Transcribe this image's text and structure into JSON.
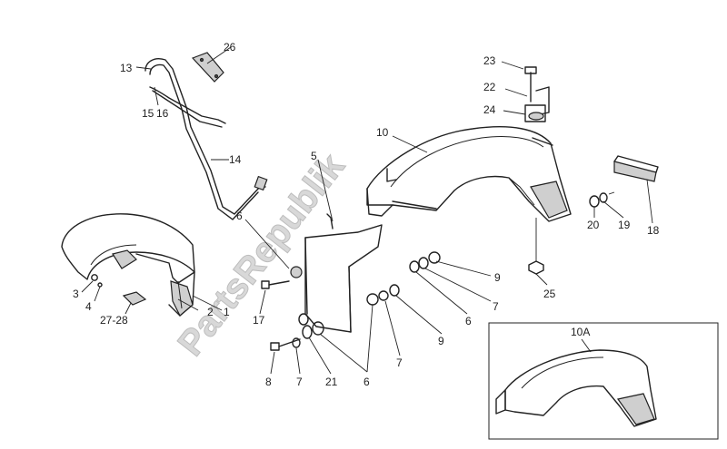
{
  "watermark": "PartsRepublik",
  "inset_label": "10A",
  "callouts": [
    {
      "id": "c26",
      "text": "26"
    },
    {
      "id": "c13",
      "text": "13"
    },
    {
      "id": "c15",
      "text": "15"
    },
    {
      "id": "c16",
      "text": "16"
    },
    {
      "id": "c14",
      "text": "14"
    },
    {
      "id": "c23",
      "text": "23"
    },
    {
      "id": "c22",
      "text": "22"
    },
    {
      "id": "c24",
      "text": "24"
    },
    {
      "id": "c10",
      "text": "10"
    },
    {
      "id": "c5",
      "text": "5"
    },
    {
      "id": "c6a",
      "text": "6"
    },
    {
      "id": "c3",
      "text": "3"
    },
    {
      "id": "c4",
      "text": "4"
    },
    {
      "id": "c2",
      "text": "2"
    },
    {
      "id": "c1",
      "text": "1"
    },
    {
      "id": "c2728",
      "text": "27-28"
    },
    {
      "id": "c17",
      "text": "17"
    },
    {
      "id": "c8",
      "text": "8"
    },
    {
      "id": "c7a",
      "text": "7"
    },
    {
      "id": "c21",
      "text": "21"
    },
    {
      "id": "c6b",
      "text": "6"
    },
    {
      "id": "c7b",
      "text": "7"
    },
    {
      "id": "c9a",
      "text": "9"
    },
    {
      "id": "c6c",
      "text": "6"
    },
    {
      "id": "c7c",
      "text": "7"
    },
    {
      "id": "c9b",
      "text": "9"
    },
    {
      "id": "c25",
      "text": "25"
    },
    {
      "id": "c20",
      "text": "20"
    },
    {
      "id": "c19",
      "text": "19"
    },
    {
      "id": "c18",
      "text": "18"
    }
  ]
}
